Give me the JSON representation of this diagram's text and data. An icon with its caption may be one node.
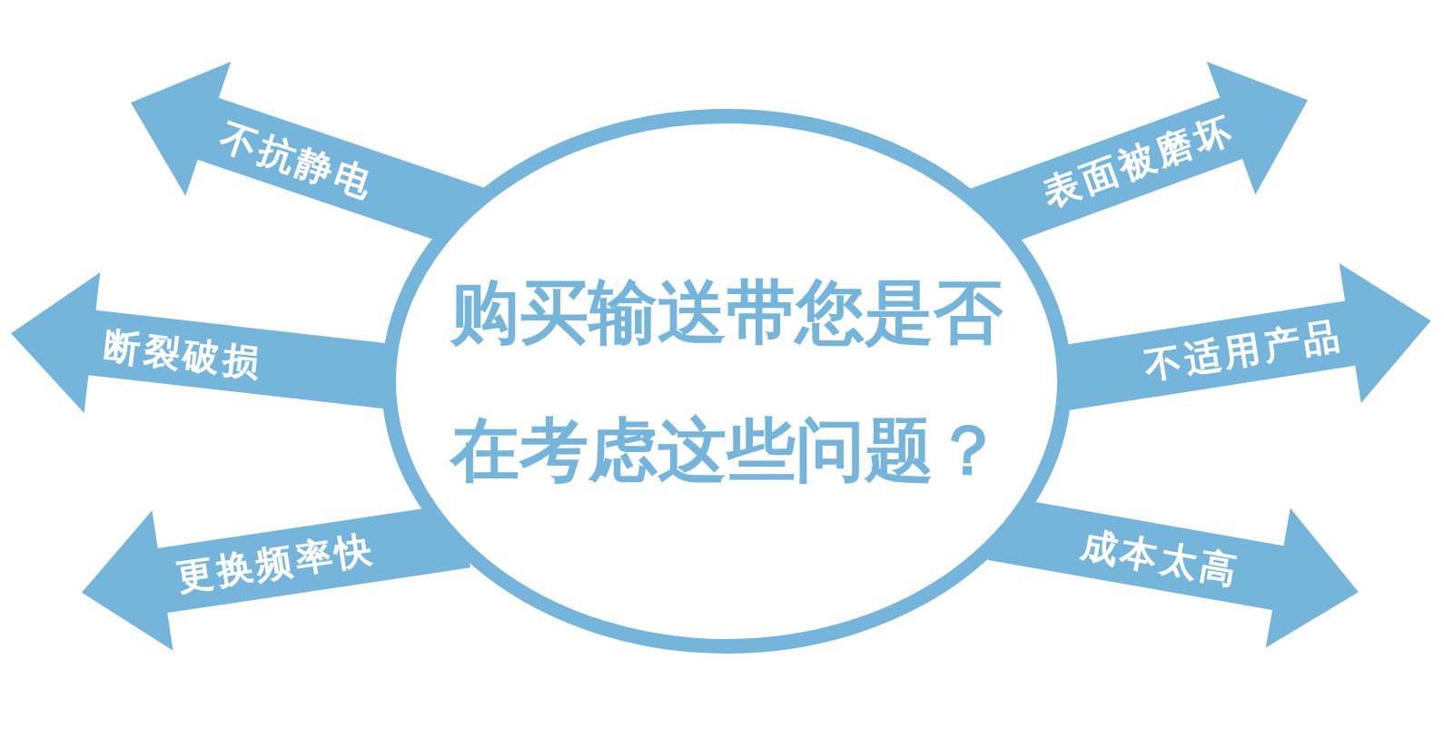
{
  "diagram": {
    "nodes": [
      {
        "text": [
          "购买输送带您是否在考虑这些问题？"
        ]
      },
      {
        "text": [
          "不抗静电"
        ]
      },
      {
        "text": [
          "表面被磨坏"
        ]
      },
      {
        "text": [
          "断裂破损"
        ]
      },
      {
        "text": [
          "不适用产品"
        ]
      },
      {
        "text": [
          "更换频率快"
        ]
      },
      {
        "text": [
          "成本太高"
        ]
      }
    ]
  }
}
